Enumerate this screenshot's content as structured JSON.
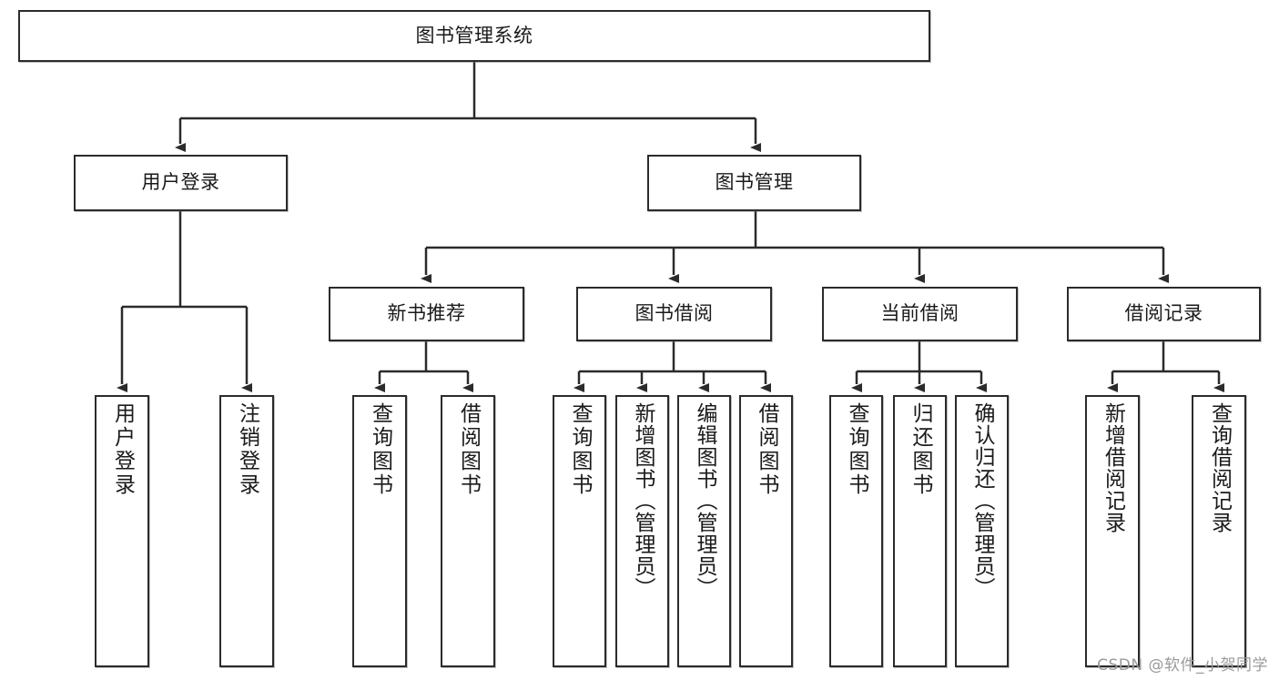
{
  "diagram": {
    "type": "tree",
    "title": "图书管理系统",
    "watermark": "CSDN @软件_小贺同学",
    "colors": {
      "stroke": "#2b2b2b",
      "fill": "#ffffff",
      "text": "#1a1a1a",
      "watermark": "#9a9a9a"
    },
    "root": {
      "label": "图书管理系统"
    },
    "level2": [
      {
        "label": "用户登录"
      },
      {
        "label": "图书管理"
      }
    ],
    "level3": [
      {
        "label": "新书推荐"
      },
      {
        "label": "图书借阅"
      },
      {
        "label": "当前借阅"
      },
      {
        "label": "借阅记录"
      }
    ],
    "leaves": {
      "user_login": [
        {
          "label": "用户登录"
        },
        {
          "label": "注销登录"
        }
      ],
      "new_book_recommend": [
        {
          "label": "查询图书"
        },
        {
          "label": "借阅图书"
        }
      ],
      "book_borrow": [
        {
          "label": "查询图书"
        },
        {
          "label": "新增图书（管理员）"
        },
        {
          "label": "编辑图书（管理员）"
        },
        {
          "label": "借阅图书"
        }
      ],
      "current_borrow": [
        {
          "label": "查询图书"
        },
        {
          "label": "归还图书"
        },
        {
          "label": "确认归还（管理员）"
        }
      ],
      "borrow_record": [
        {
          "label": "新增借阅记录"
        },
        {
          "label": "查询借阅记录"
        }
      ]
    }
  }
}
